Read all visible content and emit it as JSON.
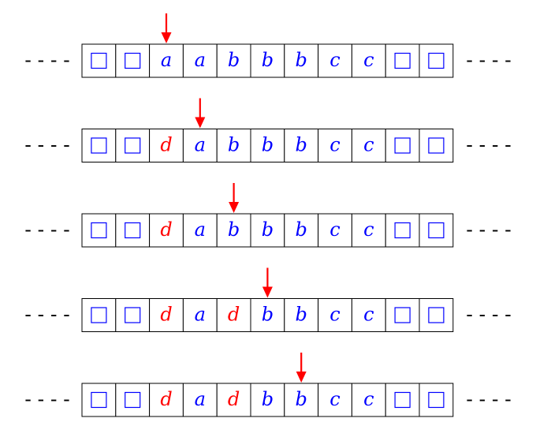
{
  "diagram": {
    "colors": {
      "symbol": "#0000ff",
      "written": "#ff0000",
      "arrow": "#ff0000",
      "border": "#000000",
      "dash": "#000000"
    },
    "dash_text": "- - - -",
    "blank_symbol": "blank-square",
    "rows": [
      {
        "head": 2,
        "cells": [
          {
            "type": "blank"
          },
          {
            "type": "blank"
          },
          {
            "type": "sym",
            "text": "a",
            "color": "symbol"
          },
          {
            "type": "sym",
            "text": "a",
            "color": "symbol"
          },
          {
            "type": "sym",
            "text": "b",
            "color": "symbol"
          },
          {
            "type": "sym",
            "text": "b",
            "color": "symbol"
          },
          {
            "type": "sym",
            "text": "b",
            "color": "symbol"
          },
          {
            "type": "sym",
            "text": "c",
            "color": "symbol"
          },
          {
            "type": "sym",
            "text": "c",
            "color": "symbol"
          },
          {
            "type": "blank"
          },
          {
            "type": "blank"
          }
        ]
      },
      {
        "head": 3,
        "cells": [
          {
            "type": "blank"
          },
          {
            "type": "blank"
          },
          {
            "type": "sym",
            "text": "d",
            "color": "written"
          },
          {
            "type": "sym",
            "text": "a",
            "color": "symbol"
          },
          {
            "type": "sym",
            "text": "b",
            "color": "symbol"
          },
          {
            "type": "sym",
            "text": "b",
            "color": "symbol"
          },
          {
            "type": "sym",
            "text": "b",
            "color": "symbol"
          },
          {
            "type": "sym",
            "text": "c",
            "color": "symbol"
          },
          {
            "type": "sym",
            "text": "c",
            "color": "symbol"
          },
          {
            "type": "blank"
          },
          {
            "type": "blank"
          }
        ]
      },
      {
        "head": 4,
        "cells": [
          {
            "type": "blank"
          },
          {
            "type": "blank"
          },
          {
            "type": "sym",
            "text": "d",
            "color": "written"
          },
          {
            "type": "sym",
            "text": "a",
            "color": "symbol"
          },
          {
            "type": "sym",
            "text": "b",
            "color": "symbol"
          },
          {
            "type": "sym",
            "text": "b",
            "color": "symbol"
          },
          {
            "type": "sym",
            "text": "b",
            "color": "symbol"
          },
          {
            "type": "sym",
            "text": "c",
            "color": "symbol"
          },
          {
            "type": "sym",
            "text": "c",
            "color": "symbol"
          },
          {
            "type": "blank"
          },
          {
            "type": "blank"
          }
        ]
      },
      {
        "head": 5,
        "cells": [
          {
            "type": "blank"
          },
          {
            "type": "blank"
          },
          {
            "type": "sym",
            "text": "d",
            "color": "written"
          },
          {
            "type": "sym",
            "text": "a",
            "color": "symbol"
          },
          {
            "type": "sym",
            "text": "d",
            "color": "written"
          },
          {
            "type": "sym",
            "text": "b",
            "color": "symbol"
          },
          {
            "type": "sym",
            "text": "b",
            "color": "symbol"
          },
          {
            "type": "sym",
            "text": "c",
            "color": "symbol"
          },
          {
            "type": "sym",
            "text": "c",
            "color": "symbol"
          },
          {
            "type": "blank"
          },
          {
            "type": "blank"
          }
        ]
      },
      {
        "head": 6,
        "cells": [
          {
            "type": "blank"
          },
          {
            "type": "blank"
          },
          {
            "type": "sym",
            "text": "d",
            "color": "written"
          },
          {
            "type": "sym",
            "text": "a",
            "color": "symbol"
          },
          {
            "type": "sym",
            "text": "d",
            "color": "written"
          },
          {
            "type": "sym",
            "text": "b",
            "color": "symbol"
          },
          {
            "type": "sym",
            "text": "b",
            "color": "symbol"
          },
          {
            "type": "sym",
            "text": "c",
            "color": "symbol"
          },
          {
            "type": "sym",
            "text": "c",
            "color": "symbol"
          },
          {
            "type": "blank"
          },
          {
            "type": "blank"
          }
        ]
      }
    ]
  }
}
